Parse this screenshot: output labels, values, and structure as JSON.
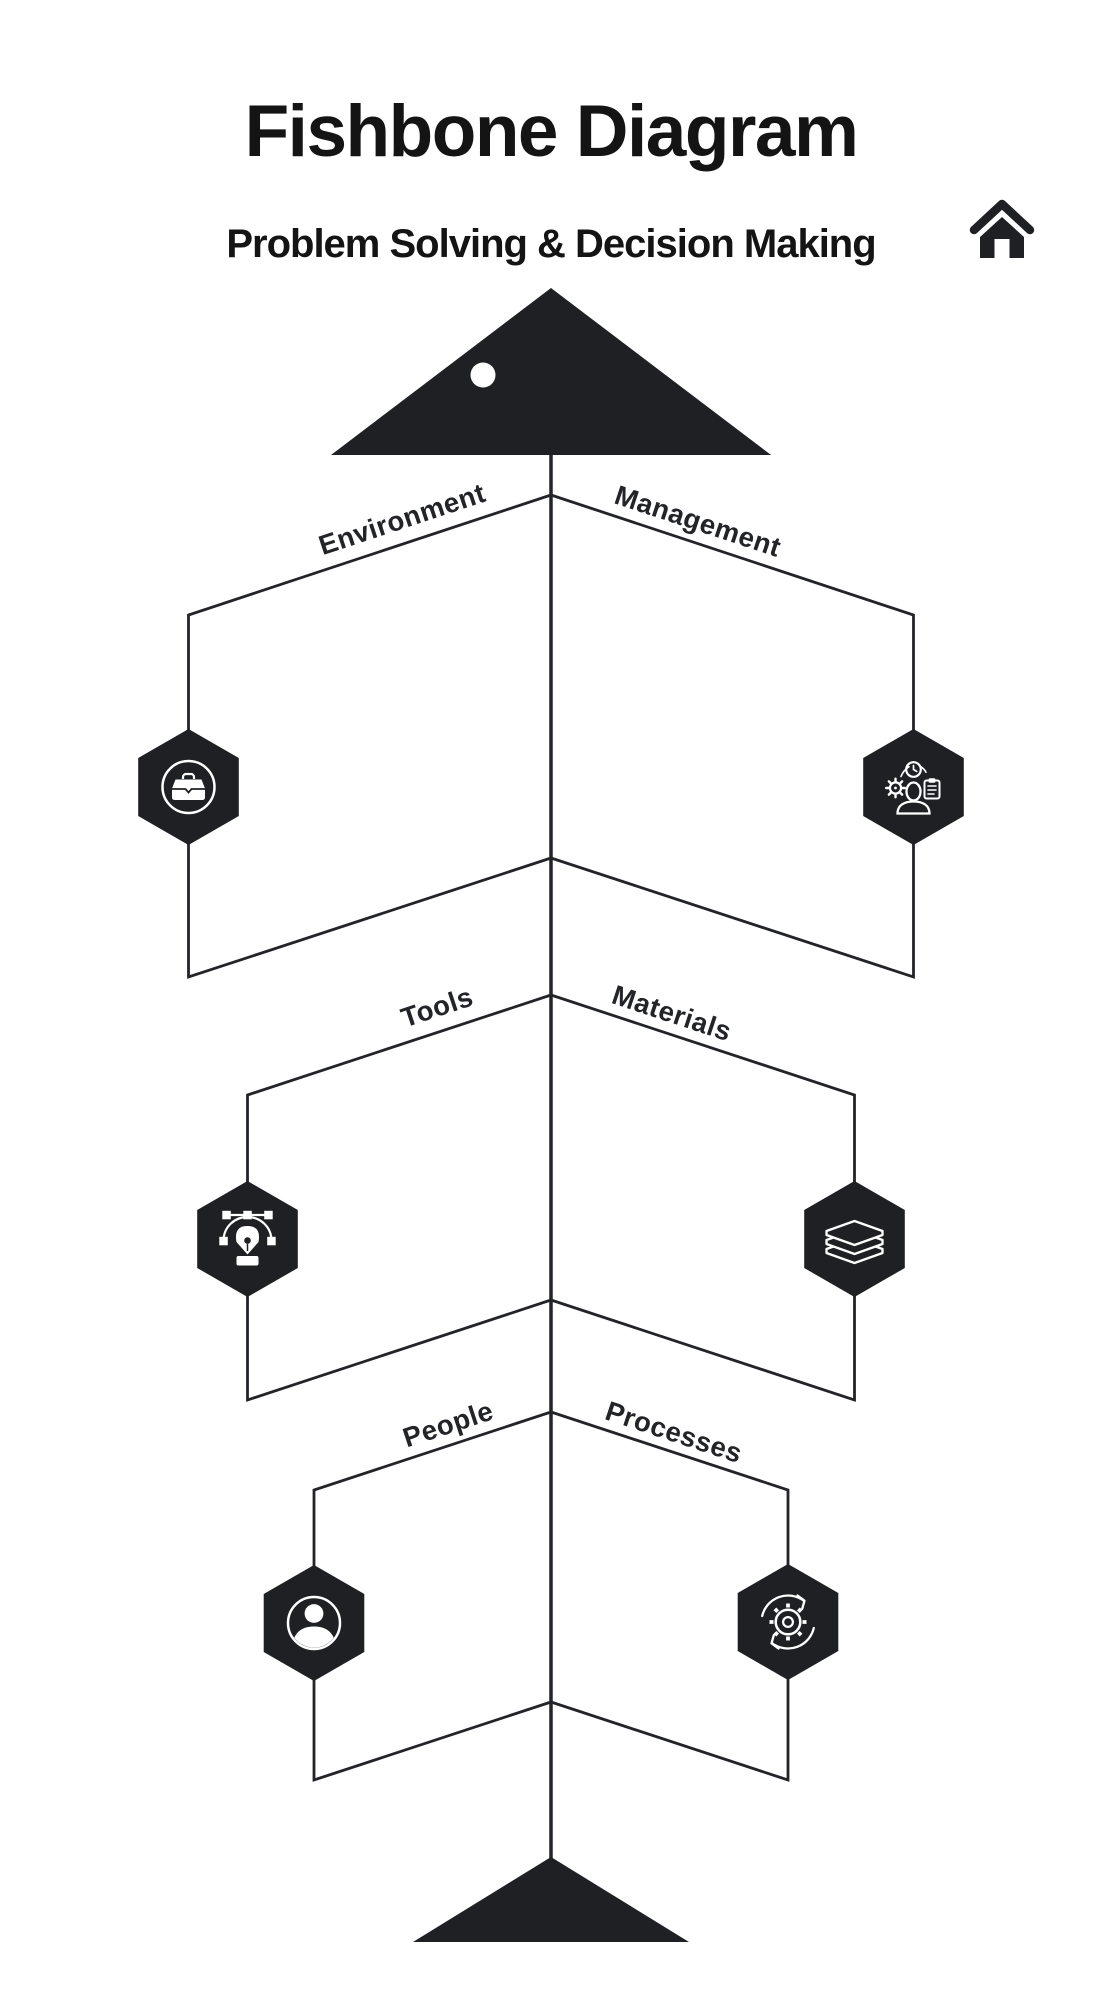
{
  "header": {
    "title": "Fishbone Diagram",
    "subtitle": "Problem Solving & Decision Making"
  },
  "nav": {
    "home_icon": "home-icon"
  },
  "diagram": {
    "type": "fishbone",
    "head_icon": "fish-head-triangle",
    "tail_icon": "fish-tail-triangle",
    "branches": [
      {
        "label": "Environment",
        "side": "left",
        "row": 1,
        "icon": "briefcase-icon"
      },
      {
        "label": "Management",
        "side": "right",
        "row": 1,
        "icon": "manager-gear-clipboard-icon"
      },
      {
        "label": "Tools",
        "side": "left",
        "row": 2,
        "icon": "pen-tool-icon"
      },
      {
        "label": "Materials",
        "side": "right",
        "row": 2,
        "icon": "layers-icon"
      },
      {
        "label": "People",
        "side": "left",
        "row": 3,
        "icon": "person-icon"
      },
      {
        "label": "Processes",
        "side": "right",
        "row": 3,
        "icon": "process-cycle-icon"
      }
    ]
  },
  "colors": {
    "ink": "#1f2023",
    "line": "#232428",
    "background": "#ffffff",
    "icon_stroke": "#ffffff"
  }
}
